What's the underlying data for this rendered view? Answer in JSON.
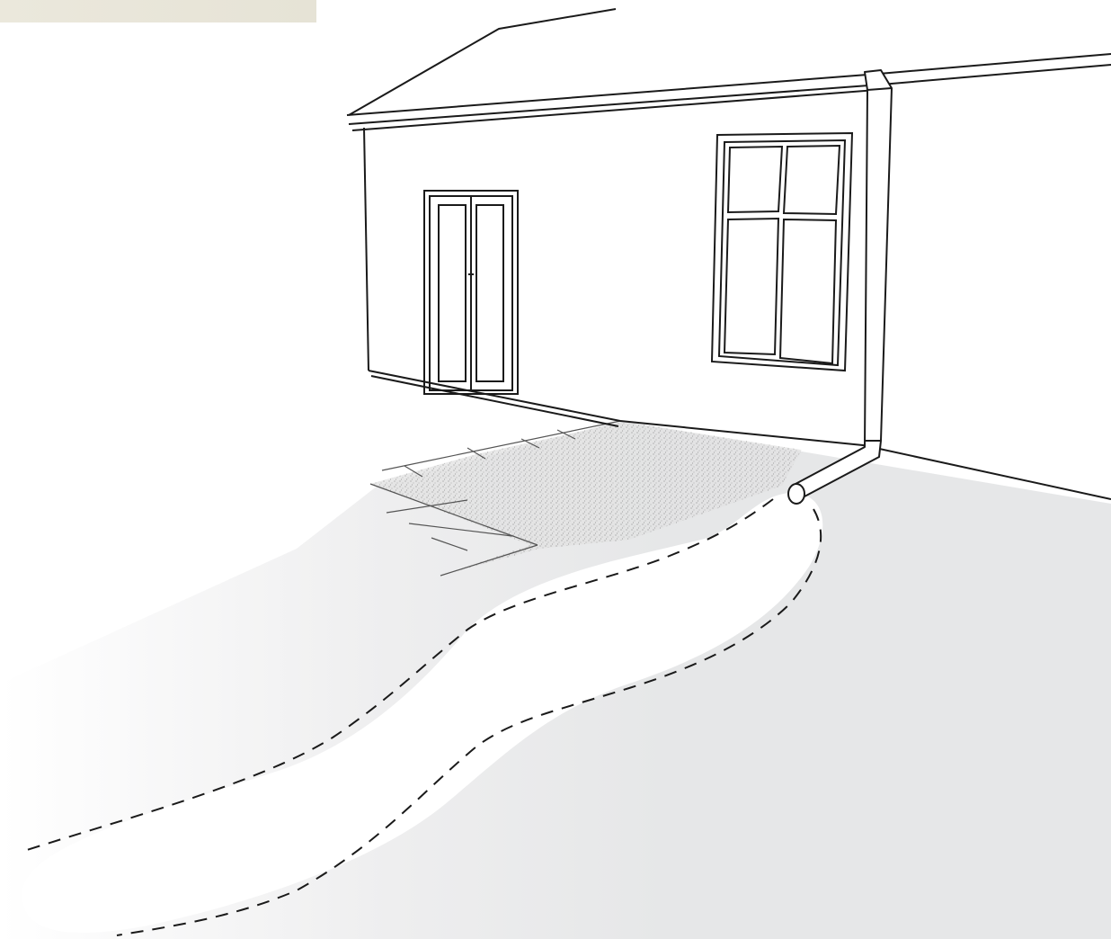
{
  "scene": {
    "subject": "house-with-downspout-and-drainage-swale",
    "colors": {
      "ground": "#e6e7e8",
      "swale": "#ffffff",
      "line": "#1a1a1a",
      "corner_band": "#e8e5d9",
      "gravel": "#8a8a8a"
    },
    "elements": {
      "house": "house",
      "door": "french-door",
      "window": "window",
      "downspout": "downspout",
      "patio": "patio",
      "gravel": "gravel-bed",
      "swale": "drainage-swale"
    }
  }
}
